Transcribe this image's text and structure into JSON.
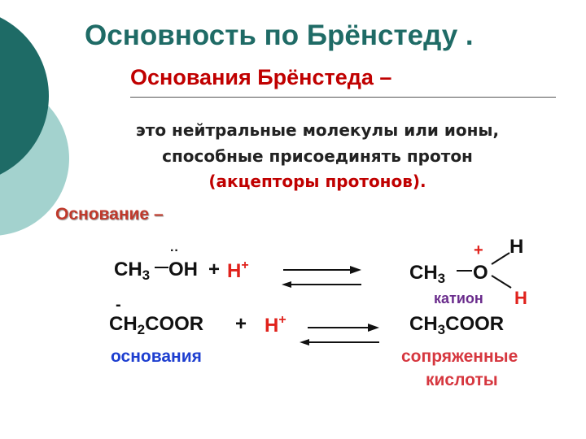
{
  "header": {
    "title": "Основность по Брёнстеду .",
    "subtitle": "Основания Брёнстеда",
    "subtitle_dash": "–"
  },
  "definition": {
    "line1": "это нейтральные молекулы или ионы,",
    "line2": "способные присоединять протон",
    "line3": "(акцепторы протонов)."
  },
  "section_label": "Основание –",
  "reaction1": {
    "reactant_ch": "CH",
    "reactant_sub": "3",
    "reactant_oh": "OH",
    "lone_pair": "··",
    "plus": "+",
    "proton": "H",
    "proton_charge": "+",
    "product_ch": "CH",
    "product_sub": "3",
    "product_o": "O",
    "product_charge": "+",
    "product_h_top": "H",
    "product_h_bottom": "H",
    "cation_label": "катион"
  },
  "reaction2": {
    "anion_charge": "-",
    "reactant_ch": "CH",
    "reactant_sub": "2",
    "reactant_rest": "COOR",
    "plus": "+",
    "proton": "H",
    "proton_charge": "+",
    "product_ch": "CH",
    "product_sub": "3",
    "product_rest": "COOR"
  },
  "labels": {
    "bases": "основания",
    "conjugate_line1": "сопряженные",
    "conjugate_line2": "кислоты"
  },
  "colors": {
    "title": "#1f6b66",
    "accent_red": "#c00000",
    "proton_red": "#e0221c",
    "bases_blue": "#1e3fd0",
    "cation_purple": "#6a2c8c",
    "deco_dark": "#1e6b66",
    "deco_light": "#9fcfcc"
  }
}
